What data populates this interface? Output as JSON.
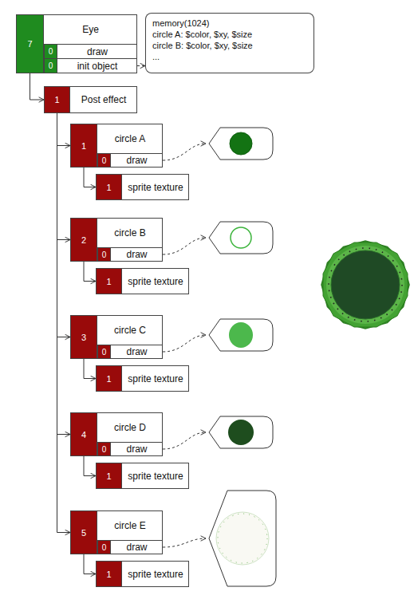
{
  "diagram": {
    "nodes": [
      {
        "text": [
          "7",
          "Eye"
        ]
      },
      {
        "text": [
          "0",
          "draw"
        ],
        "in": 0
      },
      {
        "text": [
          "0",
          "init object"
        ],
        "in": 0
      },
      {
        "text": [
          "memory(1024)",
          "circle A: $color, $xy, $size",
          "circle B: $color, $xy, $size",
          "..."
        ]
      },
      {
        "text": [
          "1",
          "Post effect"
        ]
      },
      {
        "text": [
          "1",
          "circle A"
        ]
      },
      {
        "text": [
          "0",
          "draw"
        ],
        "in": 5
      },
      {
        "text": [
          "1",
          "sprite texture"
        ]
      },
      {
        "text": [
          "2",
          "circle B"
        ]
      },
      {
        "text": [
          "0",
          "draw"
        ],
        "in": 8
      },
      {
        "text": [
          "1",
          "sprite texture"
        ]
      },
      {
        "text": [
          "3",
          "circle C"
        ]
      },
      {
        "text": [
          "0",
          "draw"
        ],
        "in": 11
      },
      {
        "text": [
          "1",
          "sprite texture"
        ]
      },
      {
        "text": [
          "4",
          "circle D"
        ]
      },
      {
        "text": [
          "0",
          "draw"
        ],
        "in": 14
      },
      {
        "text": [
          "1",
          "sprite texture"
        ]
      },
      {
        "text": [
          "5",
          "circle E"
        ]
      },
      {
        "text": [
          "0",
          "draw"
        ],
        "in": 17
      },
      {
        "text": [
          "1",
          "sprite texture"
        ]
      }
    ],
    "edges": [
      {
        "from": 0,
        "to": 4,
        "arrow": "to"
      },
      {
        "from": 2,
        "to": 3,
        "arrow": "to"
      },
      {
        "from": 4,
        "to": 5,
        "arrow": "to"
      },
      {
        "from": 4,
        "to": 8,
        "arrow": "to"
      },
      {
        "from": 4,
        "to": 11,
        "arrow": "to"
      },
      {
        "from": 4,
        "to": 14,
        "arrow": "to"
      },
      {
        "from": 4,
        "to": 17,
        "arrow": "to"
      },
      {
        "from": 5,
        "to": 7,
        "arrow": "to"
      },
      {
        "from": 8,
        "to": 10,
        "arrow": "to"
      },
      {
        "from": 11,
        "to": 13,
        "arrow": "to"
      },
      {
        "from": 14,
        "to": 16,
        "arrow": "to"
      },
      {
        "from": 17,
        "to": 19,
        "arrow": "to"
      }
    ]
  }
}
